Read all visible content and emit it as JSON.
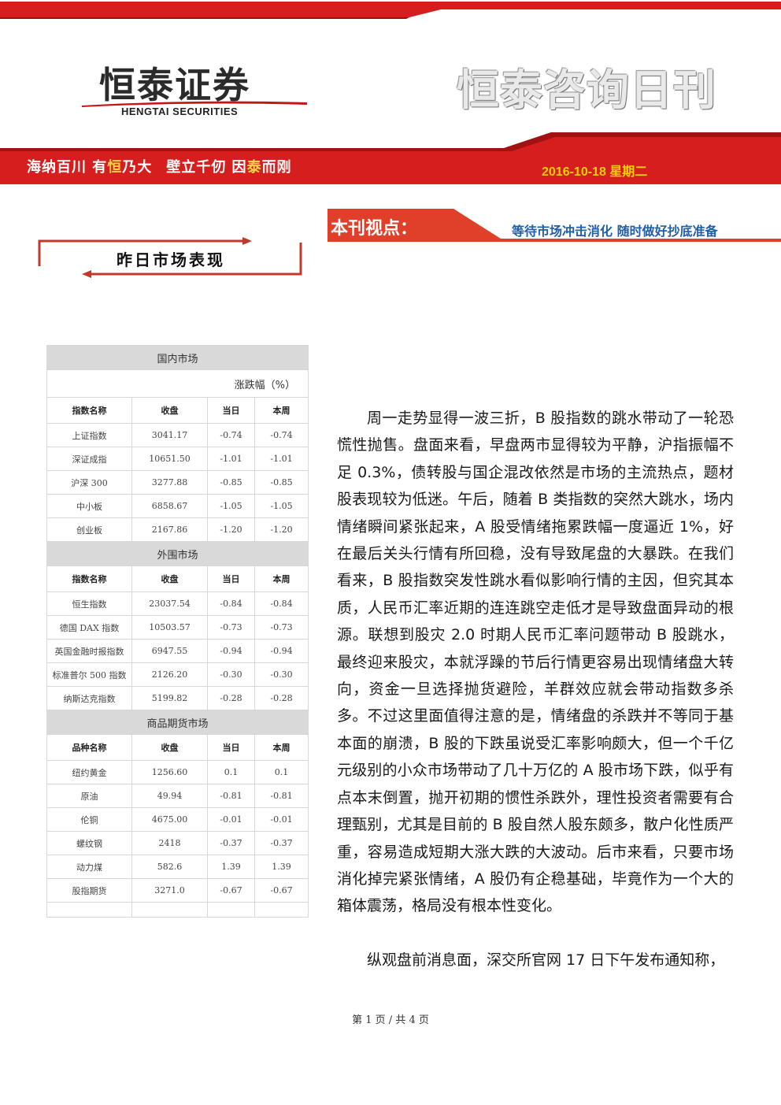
{
  "header": {
    "logo_cn": "恒泰证券",
    "logo_en": "HENGTAI SECURITIES",
    "daily_title": "恒泰咨询日刊",
    "slogan": {
      "part1_a": "海纳百川 有",
      "part1_hl": "恒",
      "part1_b": "乃大",
      "part2_a": "壁立千仞 因",
      "part2_hl": "泰",
      "part2_b": "而刚"
    },
    "date": "2016-10-18 星期二"
  },
  "viewpoint": {
    "label": "本刊视点：",
    "headline": "等待市场冲击消化  随时做好抄底准备"
  },
  "section_title": "昨日市场表现",
  "market_table": {
    "unit_label": "涨跌幅（%）",
    "sections": [
      {
        "title": "国内市场",
        "headers": [
          "指数名称",
          "收盘",
          "当日",
          "本周"
        ],
        "rows": [
          [
            "上证指数",
            "3041.17",
            "-0.74",
            "-0.74"
          ],
          [
            "深证成指",
            "10651.50",
            "-1.01",
            "-1.01"
          ],
          [
            "沪深 300",
            "3277.88",
            "-0.85",
            "-0.85"
          ],
          [
            "中小板",
            "6858.67",
            "-1.05",
            "-1.05"
          ],
          [
            "创业板",
            "2167.86",
            "-1.20",
            "-1.20"
          ]
        ]
      },
      {
        "title": "外围市场",
        "headers": [
          "指数名称",
          "收盘",
          "当日",
          "本周"
        ],
        "rows": [
          [
            "恒生指数",
            "23037.54",
            "-0.84",
            "-0.84"
          ],
          [
            "德国 DAX 指数",
            "10503.57",
            "-0.73",
            "-0.73"
          ],
          [
            "英国金融时报指数",
            "6947.55",
            "-0.94",
            "-0.94"
          ],
          [
            "标准普尔 500 指数",
            "2126.20",
            "-0.30",
            "-0.30"
          ],
          [
            "纳斯达克指数",
            "5199.82",
            "-0.28",
            "-0.28"
          ]
        ]
      },
      {
        "title": "商品期货市场",
        "headers": [
          "品种名称",
          "收盘",
          "当日",
          "本周"
        ],
        "rows": [
          [
            "纽约黄金",
            "1256.60",
            "0.1",
            "0.1"
          ],
          [
            "原油",
            "49.94",
            "-0.81",
            "-0.81"
          ],
          [
            "伦铜",
            "4675.00",
            "-0.01",
            "-0.01"
          ],
          [
            "螺纹钢",
            "2418",
            "-0.37",
            "-0.37"
          ],
          [
            "动力煤",
            "582.6",
            "1.39",
            "1.39"
          ],
          [
            "股指期货",
            "3271.0",
            "-0.67",
            "-0.67"
          ]
        ]
      }
    ]
  },
  "article": {
    "paragraphs": [
      "周一走势显得一波三折，B 股指数的跳水带动了一轮恐慌性抛售。盘面来看，早盘两市显得较为平静，沪指振幅不足 0.3%，债转股与国企混改依然是市场的主流热点，题材股表现较为低迷。午后，随着 B 类指数的突然大跳水，场内情绪瞬间紧张起来，A 股受情绪拖累跌幅一度逼近 1%，好在最后关头行情有所回稳，没有导致尾盘的大暴跌。在我们看来，B 股指数突发性跳水看似影响行情的主因，但究其本质，人民币汇率近期的连连跳空走低才是导致盘面异动的根源。联想到股灾 2.0 时期人民币汇率问题带动 B 股跳水，最终迎来股灾，本就浮躁的节后行情更容易出现情绪盘大转向，资金一旦选择抛货避险，羊群效应就会带动指数多杀多。不过这里面值得注意的是，情绪盘的杀跌并不等同于基本面的崩溃，B 股的下跌虽说受汇率影响颇大，但一个千亿元级别的小众市场带动了几十万亿的 A 股市场下跌，似乎有点本末倒置，抛开初期的惯性杀跌外，理性投资者需要有合理甄别，尤其是目前的 B 股自然人股东颇多，散户化性质严重，容易造成短期大涨大跌的大波动。后市来看，只要市场消化掉完紧张情绪，A 股仍有企稳基础，毕竟作为一个大的箱体震荡，格局没有根本性变化。",
      "纵观盘前消息面，深交所官网 17 日下午发布通知称，"
    ]
  },
  "footer": "第 1 页 / 共 4 页",
  "colors": {
    "brand_red": "#d71e1e",
    "headline_blue": "#1f5fa8",
    "date_yellow": "#f0d100"
  }
}
